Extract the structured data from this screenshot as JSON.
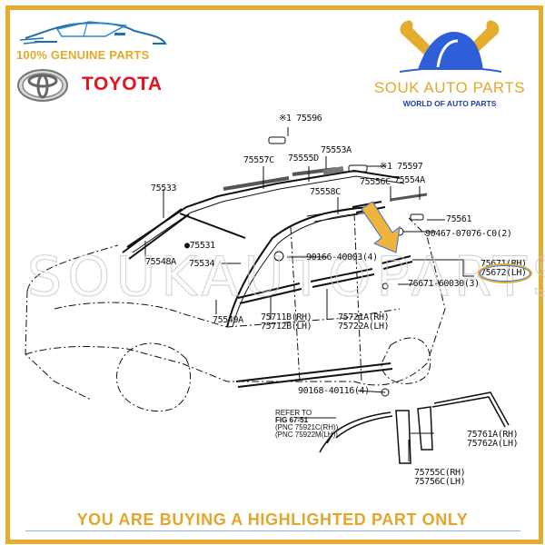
{
  "header": {
    "left": {
      "tagline": "100% GENUINE PARTS",
      "brand": "TOYOTA",
      "icons": [
        "car-silhouette-icon",
        "toyota-emblem-icon"
      ]
    },
    "right": {
      "store_name": "SOUK AUTO PARTS",
      "store_tagline": "WORLD OF AUTO PARTS",
      "icons": [
        "wrenches-icon",
        "car-dome-icon"
      ]
    }
  },
  "colors": {
    "frame": "#e5ad2f",
    "accent_gold": "#e5a82a",
    "toyota_red": "#e2141d",
    "souk_blue": "#1f3fa8",
    "arrow": "#f0b43c",
    "arrow_outline": "#3a6fd8"
  },
  "watermark": "SOUKAUTOPARTS",
  "diagram": {
    "labels": {
      "p75596": "※1 75596",
      "p75557C": "75557C",
      "p75555D": "75555D",
      "p75553A": "75553A",
      "p75597": "※1 75597",
      "p75533": "75533",
      "p75558C": "75558C",
      "p75556C": "75556C",
      "p75554A": "75554A",
      "p75561": "75561",
      "p90467": "90467-07076-C0(2)",
      "p75531": "●75531",
      "p75548A": "75548A",
      "p75534": "75534",
      "p90166": "90166-40003(4)",
      "p75671": "75671(RH)",
      "p75672": "75672(LH)",
      "p76671": "76671-60030(3)",
      "p75549A": "75549A",
      "p75711B": "75711B(RH)",
      "p75712B": "75712B(LH)",
      "p75721A": "75721A(RH)",
      "p75722A": "75722A(LH)",
      "p90168": "90168-40116(4)",
      "refer1": "REFER TO",
      "refer2": "FIG  67-51",
      "refer3": "(PNC  75921C(RH))",
      "refer4": "(PNC  75922M(LH))",
      "p75761A": "75761A(RH)",
      "p75762A": "75762A(LH)",
      "p75755C": "75755C(RH)",
      "p75756C": "75756C(LH)"
    },
    "highlighted_part": "75672(LH)"
  },
  "footer": {
    "notice": "YOU ARE BUYING A HIGHLIGHTED PART ONLY"
  }
}
